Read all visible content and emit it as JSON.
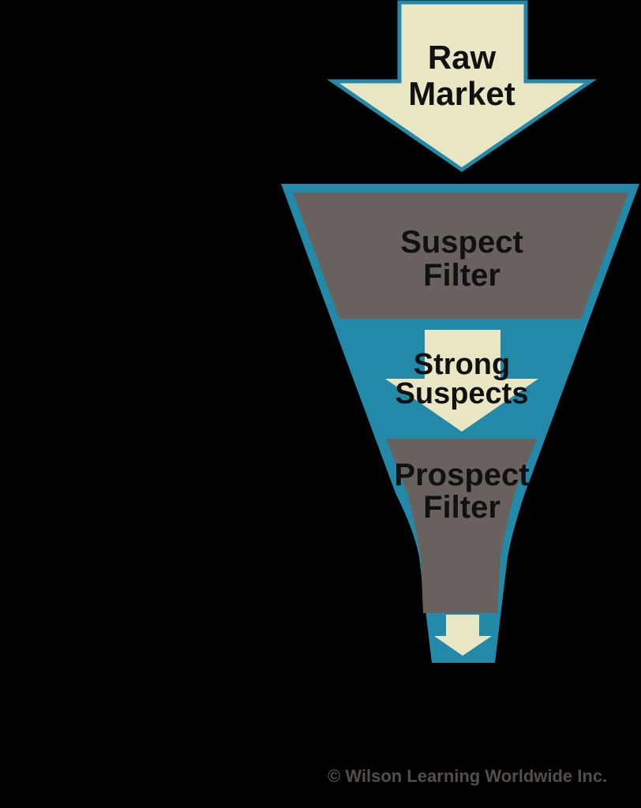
{
  "colors": {
    "background": "#000000",
    "cream": "#E9E6C3",
    "teal": "#2389A8",
    "gray": "#69615D",
    "label_text": "#111111",
    "copyright_text": "#544E4B"
  },
  "raw_market_arrow": {
    "line1": "Raw",
    "line2": "Market"
  },
  "funnel": {
    "suspect_filter": {
      "line1": "Suspect",
      "line2": "Filter"
    },
    "strong_suspects": {
      "line1": "Strong",
      "line2": "Suspects"
    },
    "prospect_filter": {
      "line1": "Prospect",
      "line2": "Filter"
    }
  },
  "footer": {
    "copyright": "© Wilson Learning Worldwide Inc."
  }
}
